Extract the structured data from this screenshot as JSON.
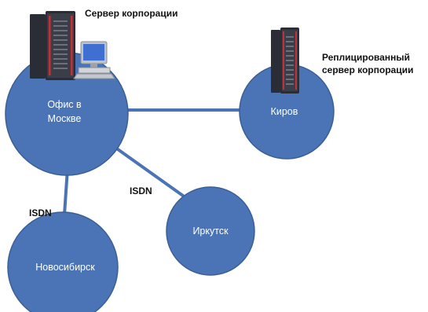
{
  "colors": {
    "node_fill": "#4a74b5",
    "node_stroke": "#3a5f96",
    "link": "#4a74b5",
    "server_body": "#2a2d36",
    "server_accent": "#c0313a",
    "monitor_screen": "#3f6fd0"
  },
  "icons": {
    "main_server": "server-tower-icon",
    "workstation": "desktop-computer-icon",
    "replica_server": "server-tower-icon"
  },
  "labels": {
    "main_server": "Сервер корпорации",
    "replica_server_line1": "Реплицированный",
    "replica_server_line2": "сервер корпорации",
    "isdn_left": "ISDN",
    "isdn_center": "ISDN"
  },
  "nodes": {
    "moscow": {
      "line1": "Офис в",
      "line2": "Москве"
    },
    "kirov": {
      "label": "Киров"
    },
    "irkutsk": {
      "label": "Иркутск"
    },
    "novosibirsk": {
      "label": "Новосибирск"
    }
  }
}
